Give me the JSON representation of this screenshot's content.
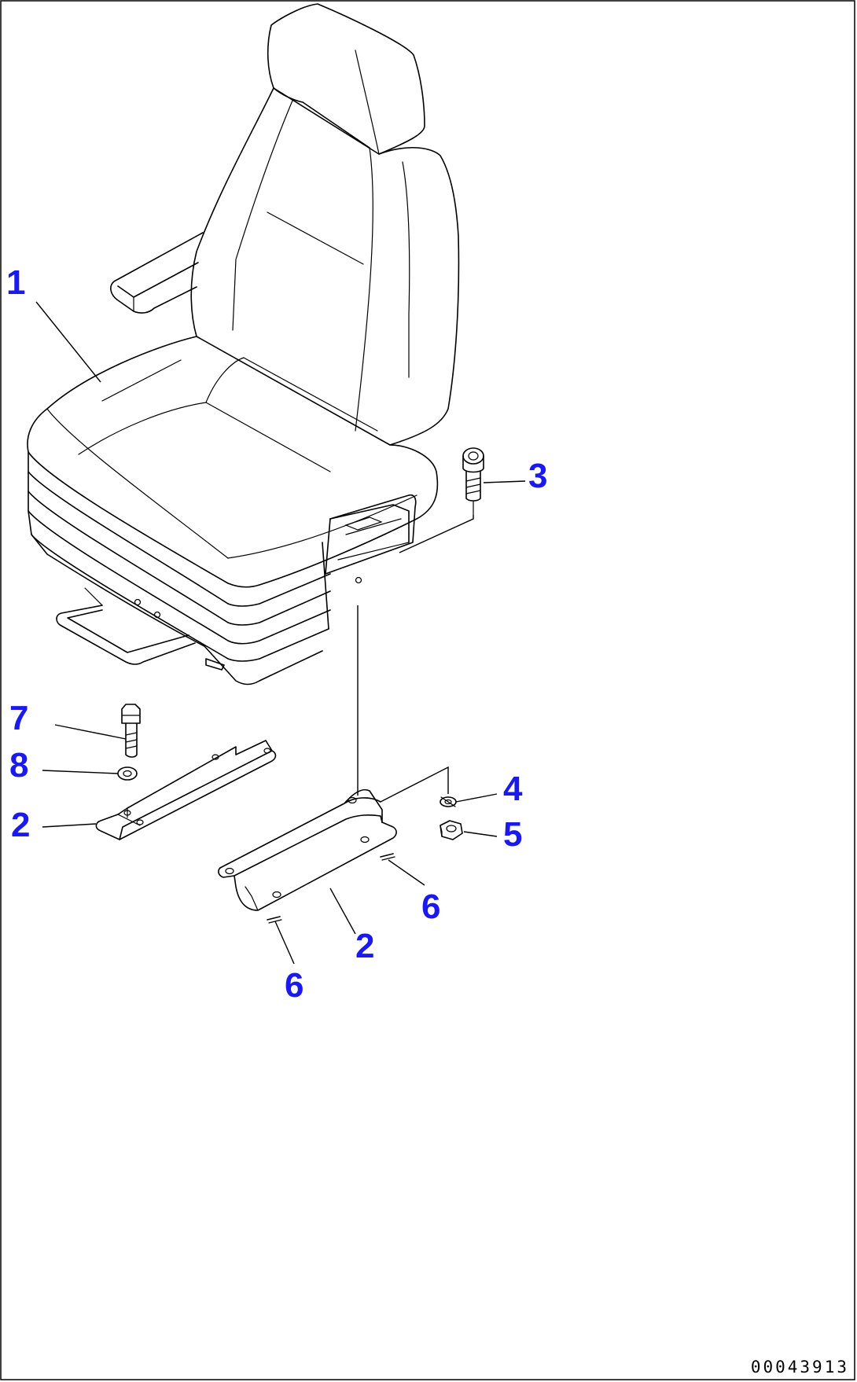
{
  "callouts": {
    "c1": "1",
    "c2a": "2",
    "c2b": "2",
    "c3": "3",
    "c4": "4",
    "c5": "5",
    "c6a": "6",
    "c6b": "6",
    "c7": "7",
    "c8": "8"
  },
  "document_number": "00043913",
  "colors": {
    "callout": "#1a1af0",
    "line": "#000000",
    "background": "#ffffff"
  }
}
